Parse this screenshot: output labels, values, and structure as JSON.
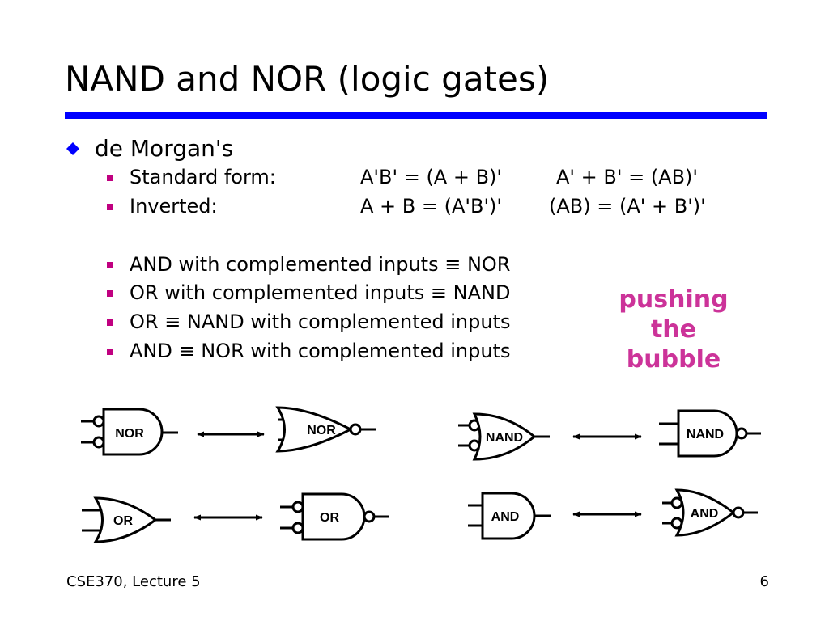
{
  "slide": {
    "title": "NAND and NOR (logic gates)",
    "heading": "de Morgan's",
    "rows": [
      {
        "label": "Standard form:",
        "expr1": "A'B' = (A + B)'",
        "expr2": "A' + B' = (AB)'"
      },
      {
        "label": "Inverted:",
        "expr1": "A + B = (A'B')'",
        "expr2": "(AB) = (A' + B')'"
      }
    ],
    "equivalences": [
      "AND with complemented inputs ≡ NOR",
      "OR with complemented inputs ≡ NAND",
      "OR ≡ NAND with complemented inputs",
      "AND ≡ NOR with complemented inputs"
    ],
    "callout": [
      "pushing",
      "the",
      "bubble"
    ],
    "footer_left": "CSE370, Lecture 5",
    "page_number": "6"
  },
  "gates": {
    "g1": "NOR",
    "g2": "NOR",
    "g3": "NAND",
    "g4": "NAND",
    "g5": "OR",
    "g6": "OR",
    "g7": "AND",
    "g8": "AND"
  },
  "colors": {
    "rule": "#0000ff",
    "bullet_l1": "#0000ff",
    "bullet_l2": "#c00080",
    "callout": "#cc3399"
  },
  "icons": {
    "level1_bullet": "diamond-icon",
    "level2_bullet": "square-icon",
    "arrows": "double-arrow-icon"
  }
}
